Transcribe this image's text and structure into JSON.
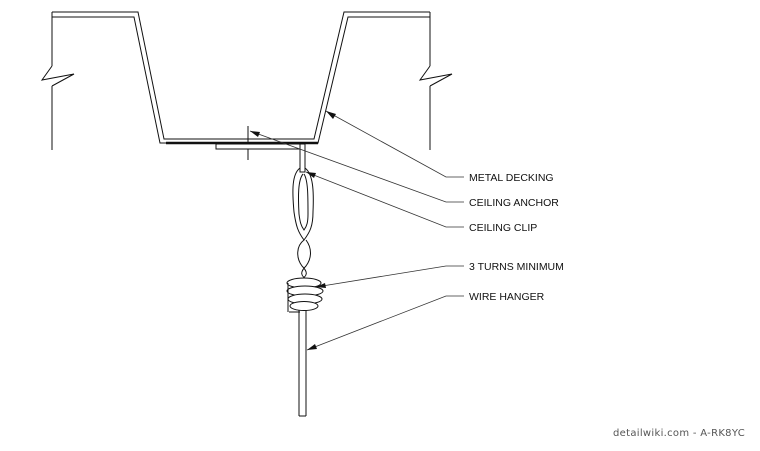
{
  "labels": {
    "metal_decking": "METAL DECKING",
    "ceiling_anchor": "CEILING ANCHOR",
    "ceiling_clip": "CEILING CLIP",
    "turns_minimum": "3 TURNS MINIMUM",
    "wire_hanger": "WIRE HANGER"
  },
  "watermark": "detailwiki.com - A-RK8YC",
  "colors": {
    "line": "#111111",
    "leader": "#333333",
    "background": "#ffffff"
  }
}
